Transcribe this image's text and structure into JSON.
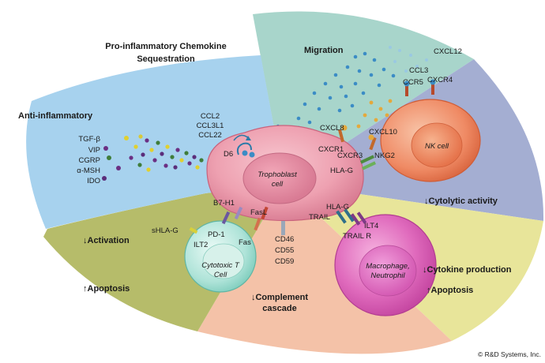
{
  "title_line1": "Pro-inflammatory Chemokine",
  "title_line2": "Sequestration",
  "regions": {
    "anti_inflammatory": "Anti-inflammatory",
    "migration": "Migration",
    "cytolytic": "↓Cytolytic activity",
    "cytokine": "↓Cytokine production",
    "apoptosis_right": "↑Apoptosis",
    "complement_line1": "↓Complement",
    "complement_line2": "cascade",
    "activation": "↓Activation",
    "apoptosis_left": "↑Apoptosis"
  },
  "cells": {
    "trophoblast_line1": "Trophoblast",
    "trophoblast_line2": "cell",
    "nk": "NK cell",
    "macrophage_line1": "Macrophage,",
    "macrophage_line2": "Neutrophil",
    "tcell_line1": "Cytotoxic T",
    "tcell_line2": "Cell"
  },
  "ligands_left": [
    "TGF-β",
    "VIP",
    "CGRP",
    "α-MSH",
    "IDO"
  ],
  "ccl_list": [
    "CCL2",
    "CCL3L1",
    "CCL22"
  ],
  "receptors": {
    "d6": "D6",
    "b7h1": "B7-H1",
    "fasl": "FasL",
    "pd1": "PD-1",
    "fas": "Fas",
    "ilt2": "ILT2",
    "shlag": "sHLA-G",
    "cd46": "CD46",
    "cd55": "CD55",
    "cd59": "CD59",
    "hlag_mid": "HLA-G",
    "trail": "TRAIL",
    "ilt4": "ILT4",
    "trailr": "TRAIL R",
    "hlag_top": "HLA-G",
    "nkg2": "NKG2",
    "cxcr1": "CXCR1",
    "cxcr3": "CXCR3",
    "ccr5": "CCR5",
    "cxcr4": "CXCR4"
  },
  "chemokines": {
    "cxcl12": "CXCL12",
    "ccl3": "CCL3",
    "cxcl8": "CXCL8",
    "cxcl10": "CXCL10"
  },
  "copyright": "© R&D Systems, Inc."
}
